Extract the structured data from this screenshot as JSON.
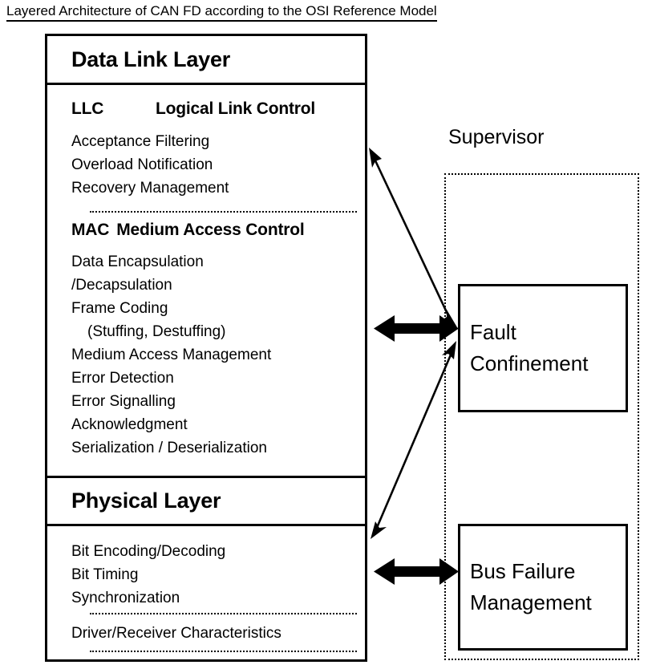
{
  "title": "Layered Architecture of CAN FD according to the OSI Reference Model",
  "stack": {
    "data_link_layer": {
      "header": "Data Link Layer",
      "sections": [
        {
          "abbrev": "LLC",
          "name": "Logical Link Control",
          "items": [
            "Acceptance Filtering",
            "Overload Notification",
            "Recovery Management"
          ]
        },
        {
          "abbrev": "MAC",
          "name": "Medium Access Control",
          "items": [
            "Data Encapsulation",
            "/Decapsulation",
            "Frame Coding",
            "(Stuffing, Destuffing)",
            "Medium Access Management",
            "Error Detection",
            "Error Signalling",
            "Acknowledgment",
            "Serialization / Deserialization"
          ]
        }
      ]
    },
    "physical_layer": {
      "header": "Physical Layer",
      "sections": [
        {
          "items": [
            "Bit Encoding/Decoding",
            "Bit Timing",
            "Synchronization"
          ]
        },
        {
          "items": [
            "Driver/Receiver Characteristics"
          ]
        }
      ]
    }
  },
  "supervisor": {
    "label": "Supervisor",
    "boxes": [
      {
        "line1": "Fault",
        "line2": "Confinement"
      },
      {
        "line1": "Bus Failure",
        "line2": "Management"
      }
    ]
  },
  "colors": {
    "stroke": "#000000",
    "background": "#ffffff"
  }
}
